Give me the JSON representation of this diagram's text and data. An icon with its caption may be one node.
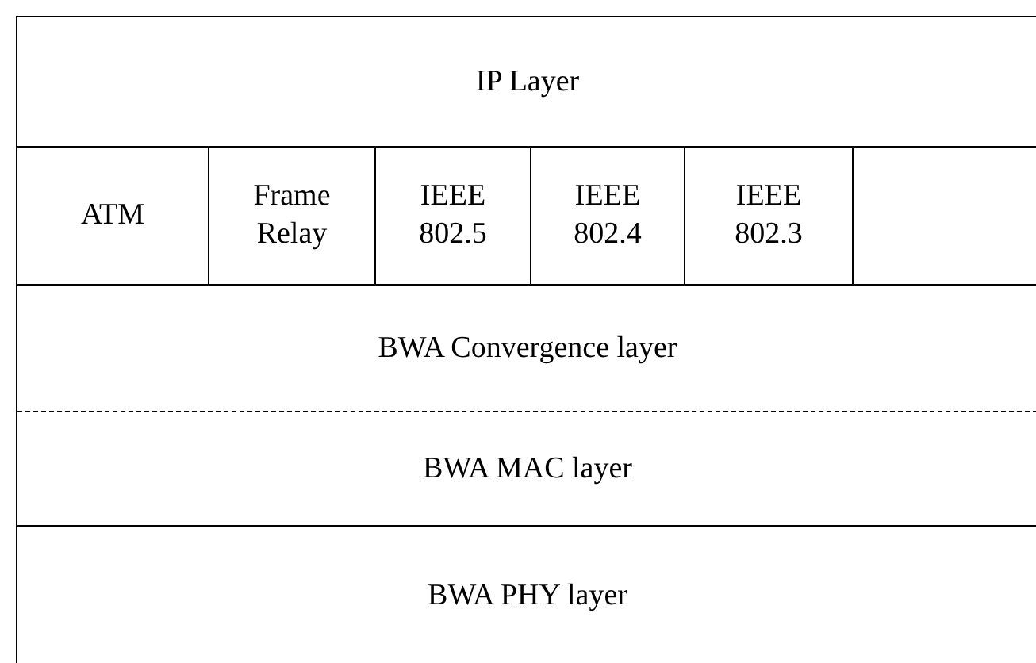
{
  "diagram": {
    "nodes": [
      {
        "text": [
          "IP Layer"
        ]
      },
      {
        "text": [
          "ATM"
        ]
      },
      {
        "text": [
          "Frame Relay"
        ]
      },
      {
        "text": [
          "IEEE 802.5"
        ]
      },
      {
        "text": [
          "IEEE 802.4"
        ]
      },
      {
        "text": [
          "IEEE 802.3"
        ]
      },
      {
        "text": [
          "BWA Convergence layer"
        ]
      },
      {
        "text": [
          "BWA MAC layer"
        ]
      },
      {
        "text": [
          "BWA PHY layer"
        ]
      }
    ]
  }
}
